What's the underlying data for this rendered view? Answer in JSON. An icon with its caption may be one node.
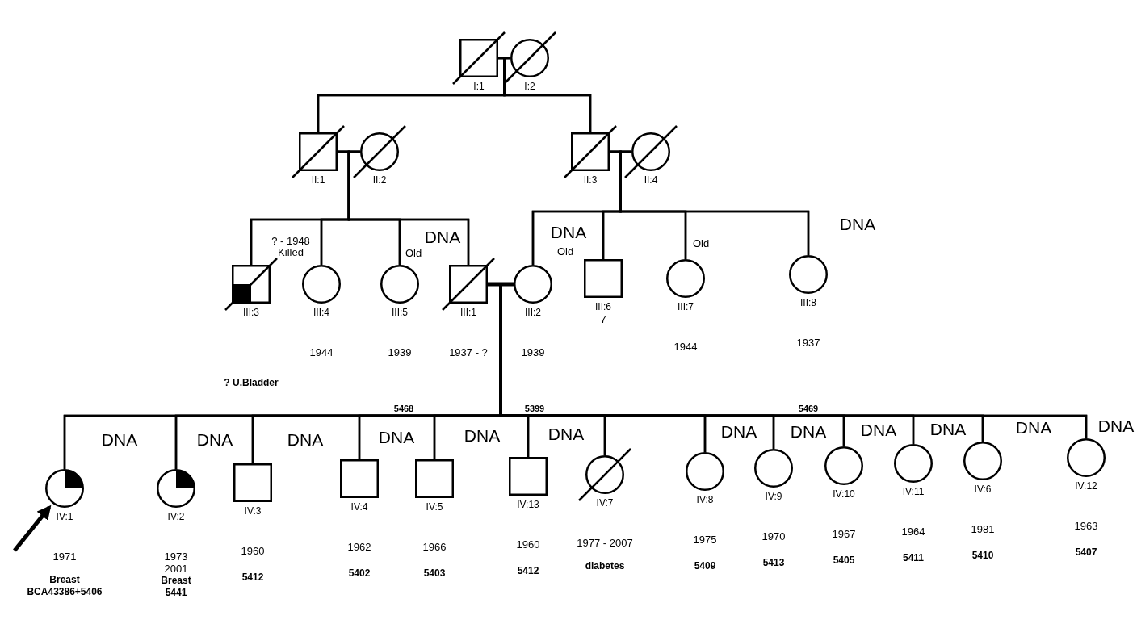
{
  "diagram": {
    "nodes": [
      {
        "text": [],
        "shape": "box",
        "beside": [
          "I:1"
        ]
      },
      {
        "text": [],
        "shape": "circle",
        "beside": [
          "I:2"
        ]
      },
      {
        "text": [],
        "shape": "box",
        "beside": [
          "II:1"
        ]
      },
      {
        "text": [],
        "shape": "circle",
        "beside": [
          "II:2"
        ]
      },
      {
        "text": [],
        "shape": "box",
        "beside": [
          "II:3"
        ]
      },
      {
        "text": [],
        "shape": "circle",
        "beside": [
          "II:4"
        ]
      },
      {
        "text": [],
        "shape": "box",
        "beside": [
          "III:3"
        ]
      },
      {
        "text": [],
        "shape": "circle",
        "beside": [
          "III:4",
          "1944"
        ]
      },
      {
        "text": [],
        "shape": "circle",
        "beside": [
          "III:5",
          "1939"
        ]
      },
      {
        "text": [],
        "shape": "box",
        "beside": [
          "III:1",
          "1937 - ?"
        ]
      },
      {
        "text": [],
        "shape": "circle",
        "beside": [
          "III:2",
          "1939"
        ]
      },
      {
        "text": [],
        "shape": "box",
        "beside": [
          "III:6",
          "7"
        ]
      },
      {
        "text": [],
        "shape": "circle",
        "beside": [
          "III:7",
          "1944"
        ]
      },
      {
        "text": [],
        "shape": "circle",
        "beside": [
          "III:8",
          "1937"
        ]
      },
      {
        "text": [],
        "shape": "circle",
        "beside": [
          "IV:1",
          "1971",
          "Breast",
          "BCA43386+5406"
        ]
      },
      {
        "text": [],
        "shape": "circle",
        "beside": [
          "IV:2",
          "1973",
          "2001",
          "Breast",
          "5441"
        ]
      },
      {
        "text": [],
        "shape": "box",
        "beside": [
          "IV:3",
          "1960",
          "5412"
        ]
      },
      {
        "text": [],
        "shape": "box",
        "beside": [
          "IV:4",
          "1962",
          "5402"
        ]
      },
      {
        "text": [],
        "shape": "box",
        "beside": [
          "IV:5",
          "1966",
          "5403"
        ]
      },
      {
        "text": [],
        "shape": "box",
        "beside": [
          "IV:13",
          "1960",
          "5412"
        ]
      },
      {
        "text": [],
        "shape": "circle",
        "beside": [
          "IV:7",
          "1977 - 2007",
          "diabetes"
        ]
      },
      {
        "text": [],
        "shape": "circle",
        "beside": [
          "IV:8",
          "1975",
          "5409"
        ]
      },
      {
        "text": [],
        "shape": "circle",
        "beside": [
          "IV:9",
          "1970",
          "5413"
        ]
      },
      {
        "text": [],
        "shape": "circle",
        "beside": [
          "IV:10",
          "1967",
          "5405"
        ]
      },
      {
        "text": [],
        "shape": "circle",
        "beside": [
          "IV:11",
          "1964",
          "5411"
        ]
      },
      {
        "text": [],
        "shape": "circle",
        "beside": [
          "IV:6",
          "1981",
          "5410"
        ]
      },
      {
        "text": [],
        "shape": "circle",
        "beside": [
          "IV:12",
          "1963",
          "5407"
        ]
      }
    ],
    "edges": [
      {
        "from": 0,
        "to": 1,
        "arrow": "none"
      },
      {
        "from": 0,
        "to": 2,
        "arrow": "none"
      },
      {
        "from": 1,
        "to": 2,
        "arrow": "none"
      },
      {
        "from": 0,
        "to": 4,
        "arrow": "none"
      },
      {
        "from": 1,
        "to": 4,
        "arrow": "none"
      },
      {
        "from": 2,
        "to": 3,
        "arrow": "none"
      },
      {
        "from": 4,
        "to": 5,
        "arrow": "none"
      },
      {
        "from": 2,
        "to": 6,
        "arrow": "none"
      },
      {
        "from": 3,
        "to": 6,
        "arrow": "none"
      },
      {
        "from": 2,
        "to": 7,
        "arrow": "none"
      },
      {
        "from": 3,
        "to": 7,
        "arrow": "none"
      },
      {
        "from": 2,
        "to": 8,
        "arrow": "none"
      },
      {
        "from": 3,
        "to": 8,
        "arrow": "none"
      },
      {
        "from": 2,
        "to": 9,
        "arrow": "none"
      },
      {
        "from": 3,
        "to": 9,
        "arrow": "none"
      },
      {
        "from": 4,
        "to": 10,
        "arrow": "none"
      },
      {
        "from": 5,
        "to": 10,
        "arrow": "none"
      },
      {
        "from": 4,
        "to": 11,
        "arrow": "none"
      },
      {
        "from": 5,
        "to": 11,
        "arrow": "none"
      },
      {
        "from": 4,
        "to": 12,
        "arrow": "none"
      },
      {
        "from": 5,
        "to": 12,
        "arrow": "none"
      },
      {
        "from": 4,
        "to": 13,
        "arrow": "none"
      },
      {
        "from": 5,
        "to": 13,
        "arrow": "none"
      },
      {
        "from": 9,
        "to": 10,
        "arrow": "none",
        "style": "thick"
      },
      {
        "from": 9,
        "to": 14,
        "arrow": "none"
      },
      {
        "from": 10,
        "to": 14,
        "arrow": "none"
      },
      {
        "from": 9,
        "to": 15,
        "arrow": "none"
      },
      {
        "from": 10,
        "to": 15,
        "arrow": "none"
      },
      {
        "from": 9,
        "to": 16,
        "arrow": "none"
      },
      {
        "from": 10,
        "to": 16,
        "arrow": "none"
      },
      {
        "from": 9,
        "to": 17,
        "arrow": "none"
      },
      {
        "from": 10,
        "to": 17,
        "arrow": "none"
      },
      {
        "from": 9,
        "to": 18,
        "arrow": "none"
      },
      {
        "from": 10,
        "to": 18,
        "arrow": "none"
      },
      {
        "from": 9,
        "to": 19,
        "arrow": "none"
      },
      {
        "from": 10,
        "to": 19,
        "arrow": "none"
      },
      {
        "from": 9,
        "to": 20,
        "arrow": "none"
      },
      {
        "from": 10,
        "to": 20,
        "arrow": "none"
      },
      {
        "from": 9,
        "to": 21,
        "arrow": "none"
      },
      {
        "from": 10,
        "to": 21,
        "arrow": "none"
      },
      {
        "from": 9,
        "to": 22,
        "arrow": "none"
      },
      {
        "from": 10,
        "to": 22,
        "arrow": "none"
      },
      {
        "from": 9,
        "to": 23,
        "arrow": "none"
      },
      {
        "from": 10,
        "to": 23,
        "arrow": "none"
      },
      {
        "from": 9,
        "to": 24,
        "arrow": "none"
      },
      {
        "from": 10,
        "to": 24,
        "arrow": "none"
      },
      {
        "from": 9,
        "to": 25,
        "arrow": "none"
      },
      {
        "from": 10,
        "to": 25,
        "arrow": "none"
      },
      {
        "from": 9,
        "to": 26,
        "arrow": "none"
      },
      {
        "from": 10,
        "to": 26,
        "arrow": "none"
      },
      {
        "from": null,
        "to": 14,
        "arrow": "to",
        "style": "thick"
      }
    ],
    "labels": [
      "? - 1948 Killed",
      "Old",
      "DNA",
      "DNA",
      "Old",
      "Old",
      "DNA",
      "? U.Bladder",
      "5468",
      "5399",
      "5469",
      "DNA",
      "DNA",
      "DNA",
      "DNA",
      "DNA",
      "DNA",
      "DNA",
      "DNA",
      "DNA",
      "DNA",
      "DNA",
      "DNA"
    ]
  }
}
